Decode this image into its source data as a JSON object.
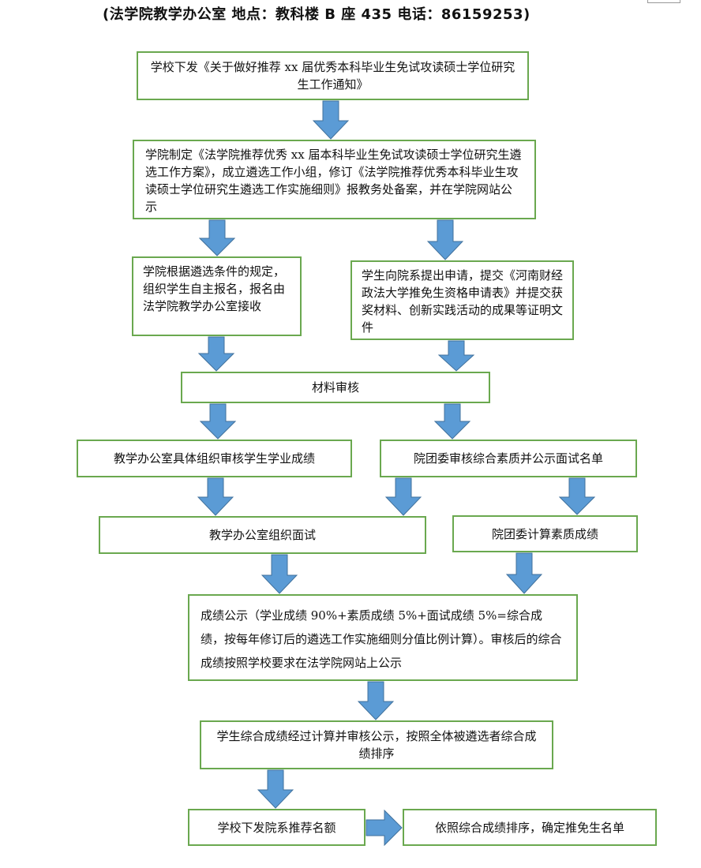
{
  "header": "(法学院教学办公室 地点：教科楼 B 座 435 电话：86159253)",
  "colors": {
    "box_border": "#6aa84f",
    "arrow_fill": "#5b9bd5",
    "arrow_stroke": "#41719c"
  },
  "steps": {
    "s1": "学校下发《关于做好推荐 xx 届优秀本科毕业生免试攻读硕士学位研究生工作通知》",
    "s2": "学院制定《法学院推荐优秀 xx 届本科毕业生免试攻读硕士学位研究生遴选工作方案》，成立遴选工作小组，修订《法学院推荐优秀本科毕业生攻读硕士学位研究生遴选工作实施细则》报教务处备案，并在学院网站公示",
    "s3a": "学院根据遴选条件的规定，组织学生自主报名，报名由法学院教学办公室接收",
    "s3b": "学生向院系提出申请，提交《河南财经政法大学推免生资格申请表》并提交获奖材料、创新实践活动的成果等证明文件",
    "s4": "材料审核",
    "s5a": "教学办公室具体组织审核学生学业成绩",
    "s5b": "院团委审核综合素质并公示面试名单",
    "s6a": "教学办公室组织面试",
    "s6b": "院团委计算素质成绩",
    "s7": "成绩公示（学业成绩 90%+素质成绩 5%+面试成绩 5%=综合成绩，按每年修订后的遴选工作实施细则分值比例计算）。审核后的综合成绩按照学校要求在法学院网站上公示",
    "s8": "学生综合成绩经过计算并审核公示，按照全体被遴选者综合成绩排序",
    "s9": "学校下发院系推荐名额",
    "s10": "依照综合成绩排序，确定推免生名单"
  }
}
